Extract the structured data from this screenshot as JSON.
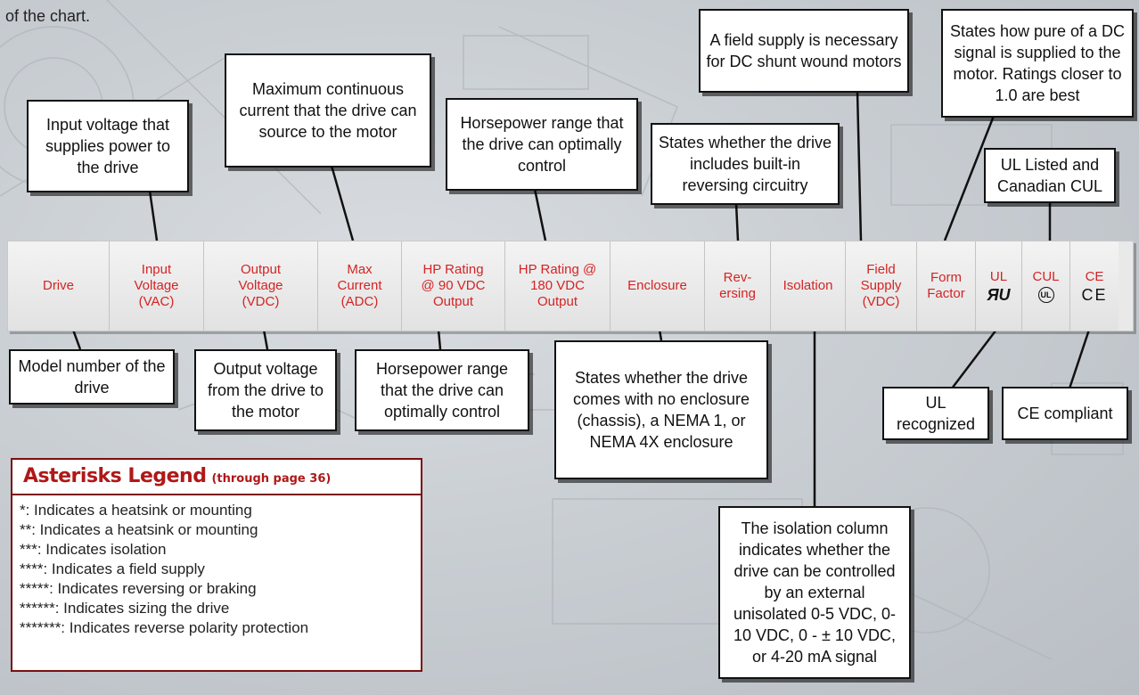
{
  "intro_text": "of the chart.",
  "top_callouts": {
    "input_voltage": "Input voltage that supplies power to the drive",
    "max_current": "Maximum continuous current that the drive can source to the motor",
    "hp_range_top": "Horsepower range that the drive can optimally control",
    "reversing": "States whether the drive includes built-in reversing circuitry",
    "field_supply": "A field supply is necessary for DC shunt wound motors",
    "form_factor": "States how pure of a DC signal is supplied to the motor. Ratings closer to 1.0 are best",
    "ul_cul": "UL Listed and Canadian CUL"
  },
  "headers": [
    {
      "key": "drive",
      "label": "Drive"
    },
    {
      "key": "input",
      "label": "Input\nVoltage\n(VAC)"
    },
    {
      "key": "output",
      "label": "Output\nVoltage\n(VDC)"
    },
    {
      "key": "maxcur",
      "label": "Max\nCurrent\n(ADC)"
    },
    {
      "key": "hp90",
      "label": "HP Rating\n@ 90 VDC\nOutput"
    },
    {
      "key": "hp180",
      "label": "HP Rating @\n180 VDC\nOutput"
    },
    {
      "key": "enclosure",
      "label": "Enclosure"
    },
    {
      "key": "reversing",
      "label": "Rev-\nersing"
    },
    {
      "key": "isolation",
      "label": "Isolation"
    },
    {
      "key": "field",
      "label": "Field\nSupply\n(VDC)"
    },
    {
      "key": "form",
      "label": "Form\nFactor"
    },
    {
      "key": "ul",
      "label": "UL",
      "mark": "ЯU"
    },
    {
      "key": "cul",
      "label": "CUL",
      "mark": "UL"
    },
    {
      "key": "ce",
      "label": "CE",
      "mark": "CE"
    }
  ],
  "bottom_callouts": {
    "model": "Model number of the drive",
    "output_voltage": "Output voltage from the drive to the motor",
    "hp_range_bottom": "Horsepower range that the drive can optimally control",
    "enclosure": "States whether the drive comes with no enclosure (chassis), a NEMA 1, or NEMA 4X enclosure",
    "isolation": "The isolation column indicates whether the drive can be controlled by an external unisolated 0-5 VDC, 0-10 VDC, 0 - ± 10 VDC, or 4-20 mA signal",
    "ul_recognized": "UL recognized",
    "ce_compliant": "CE compliant"
  },
  "legend": {
    "title": "Asterisks Legend",
    "subtitle": "(through page 36)",
    "items": [
      "*: Indicates a heatsink or mounting",
      "**: Indicates a heatsink or mounting",
      "***: Indicates isolation",
      "****: Indicates a field supply",
      "*****: Indicates reversing or braking",
      "******: Indicates sizing the drive",
      "*******: Indicates reverse polarity protection"
    ]
  },
  "colors": {
    "header_text": "#d42424",
    "legend_title": "#b01818",
    "legend_border": "#7a1010"
  }
}
